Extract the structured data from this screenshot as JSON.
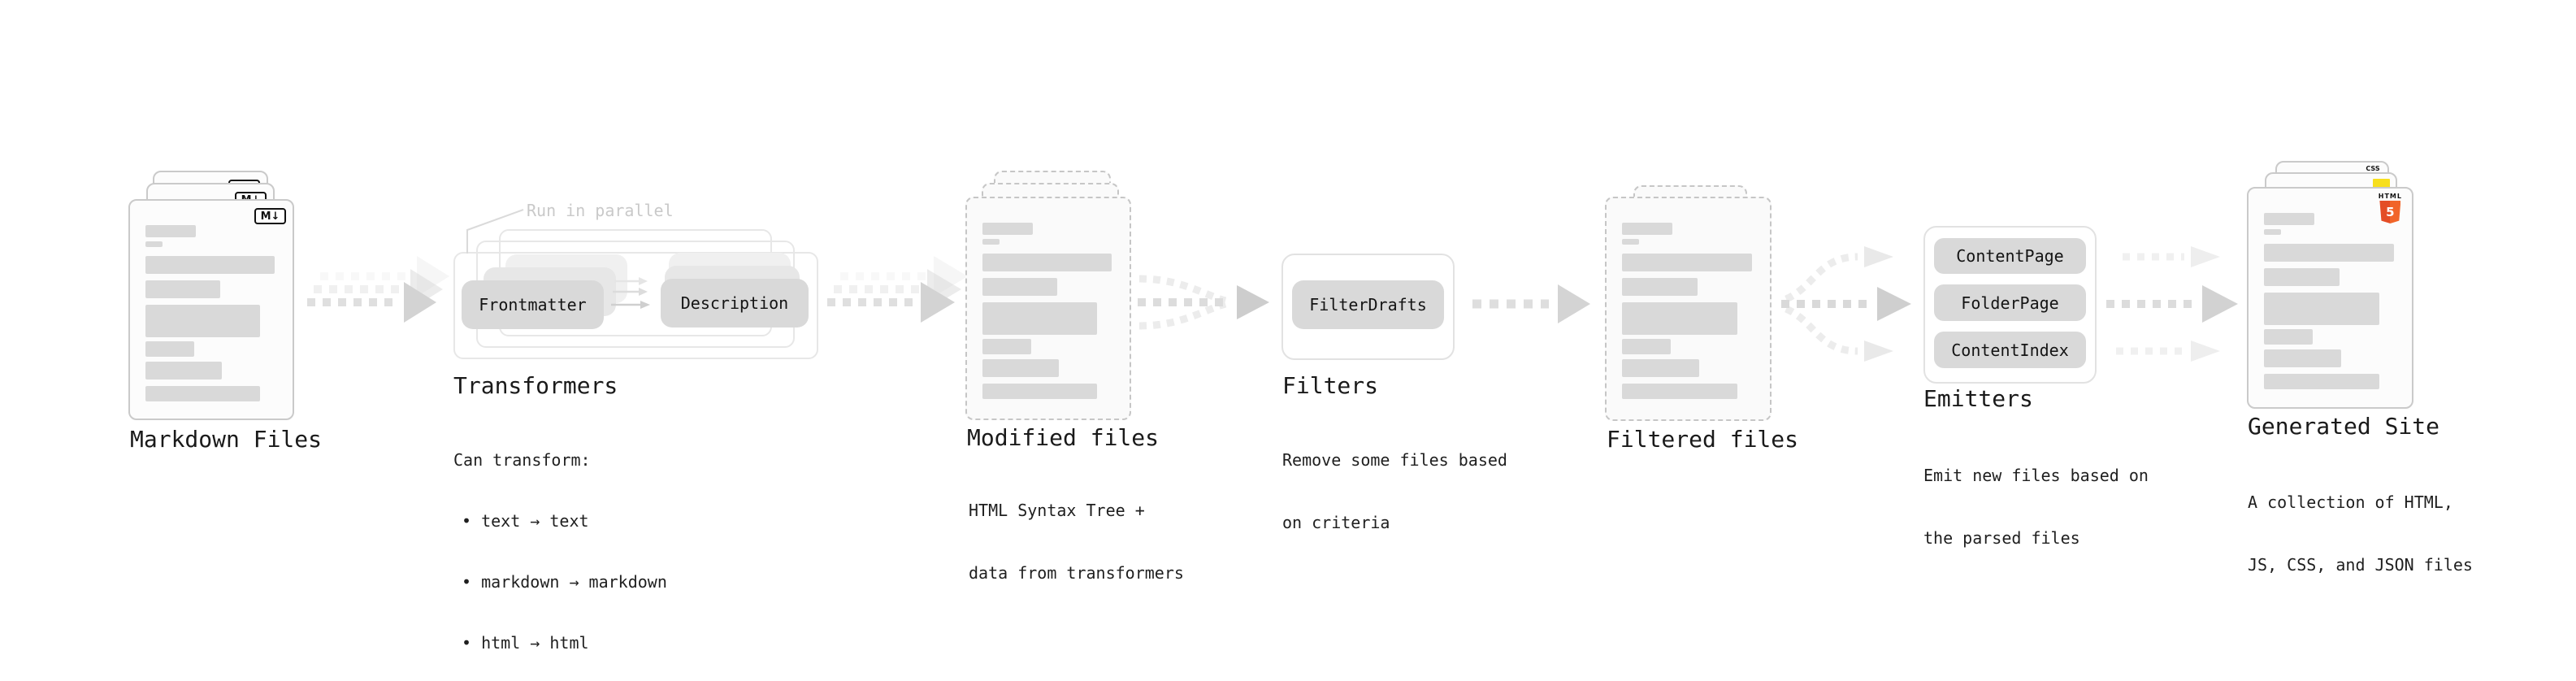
{
  "stages": {
    "markdown_files": {
      "label": "Markdown Files"
    },
    "transformers": {
      "label": "Transformers",
      "annotation": "Run in parallel",
      "pill_left": "Frontmatter",
      "pill_right": "Description",
      "description_lines": [
        "Can transform:",
        "• text → text",
        "• markdown → markdown",
        "• html → html"
      ]
    },
    "modified_files": {
      "label": "Modified files",
      "description_lines": [
        "HTML Syntax Tree +",
        "data from transformers"
      ]
    },
    "filters": {
      "label": "Filters",
      "pill": "FilterDrafts",
      "description_lines": [
        "Remove some files based",
        "on criteria"
      ]
    },
    "filtered_files": {
      "label": "Filtered files"
    },
    "emitters": {
      "label": "Emitters",
      "pills": [
        "ContentPage",
        "FolderPage",
        "ContentIndex"
      ],
      "description_lines": [
        "Emit new files based on",
        "the parsed files"
      ]
    },
    "generated_site": {
      "label": "Generated Site",
      "description_lines": [
        "A collection of HTML,",
        "JS, CSS, and JSON files"
      ]
    }
  },
  "icons": {
    "markdown_badge": "M↓",
    "css_badge": "CSS",
    "html5_badge_text": "HTML",
    "html5_badge_number": "5"
  },
  "colors": {
    "text": "#1a1a1a",
    "muted_annotation": "#c9c9c9",
    "pill_fill": "#d9d9d9",
    "skeleton_bar": "#d9d9d9",
    "js_yellow": "#f7df1e",
    "css_blue": "#2965f1",
    "html5_orange": "#e44d26",
    "html5_orange_light": "#f16529"
  }
}
